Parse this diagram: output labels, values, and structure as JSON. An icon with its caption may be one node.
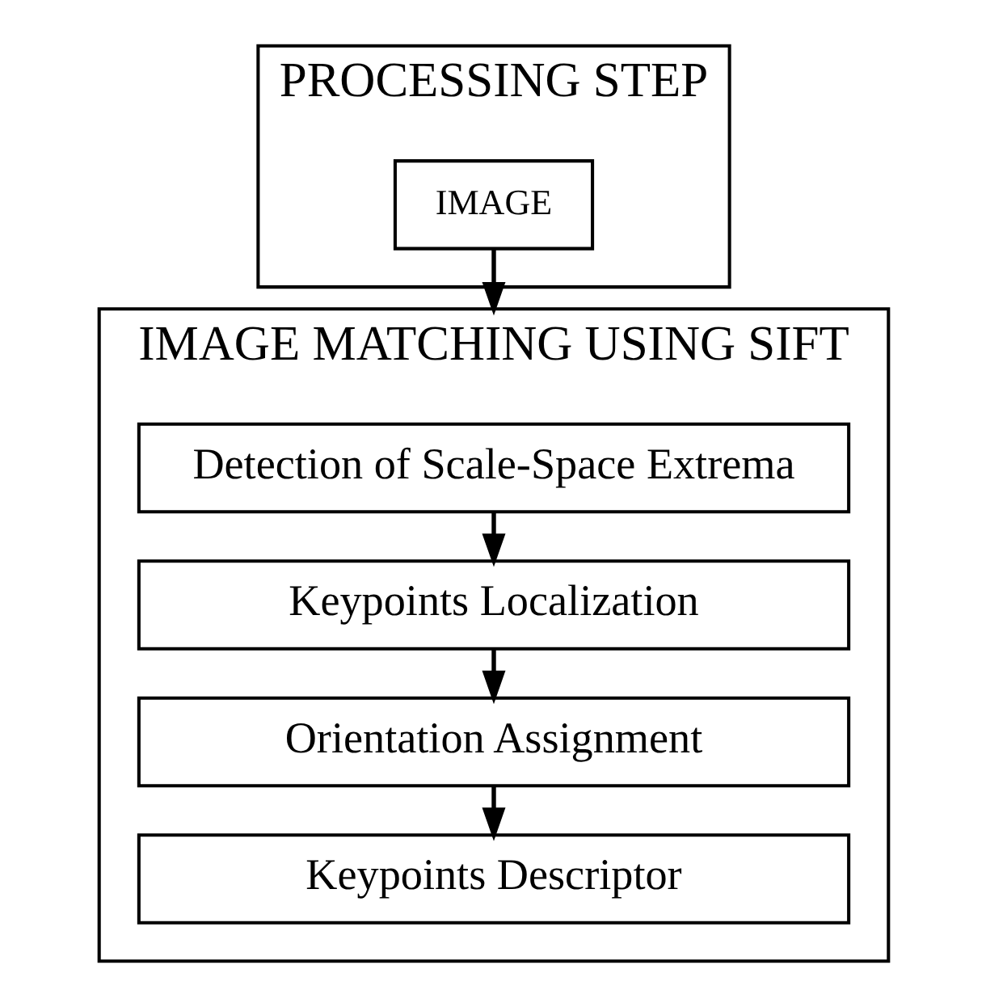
{
  "diagram": {
    "nodes": [
      {
        "text": [
          "PROCESSING STEP"
        ]
      },
      {
        "text": [
          "IMAGE"
        ],
        "in": 0
      },
      {
        "text": [
          "IMAGE MATCHING USING SIFT"
        ]
      },
      {
        "text": [
          "Detection of Scale-Space Extrema"
        ],
        "in": 2
      },
      {
        "text": [
          "Keypoints Localization"
        ],
        "in": 2
      },
      {
        "text": [
          "Orientation Assignment"
        ],
        "in": 2
      },
      {
        "text": [
          "Keypoints Descriptor"
        ],
        "in": 2
      }
    ],
    "edges": [
      {
        "from": 1,
        "to": 2,
        "arrow": "to"
      },
      {
        "from": 3,
        "to": 4,
        "arrow": "to"
      },
      {
        "from": 4,
        "to": 5,
        "arrow": "to"
      },
      {
        "from": 5,
        "to": 6,
        "arrow": "to"
      }
    ]
  }
}
